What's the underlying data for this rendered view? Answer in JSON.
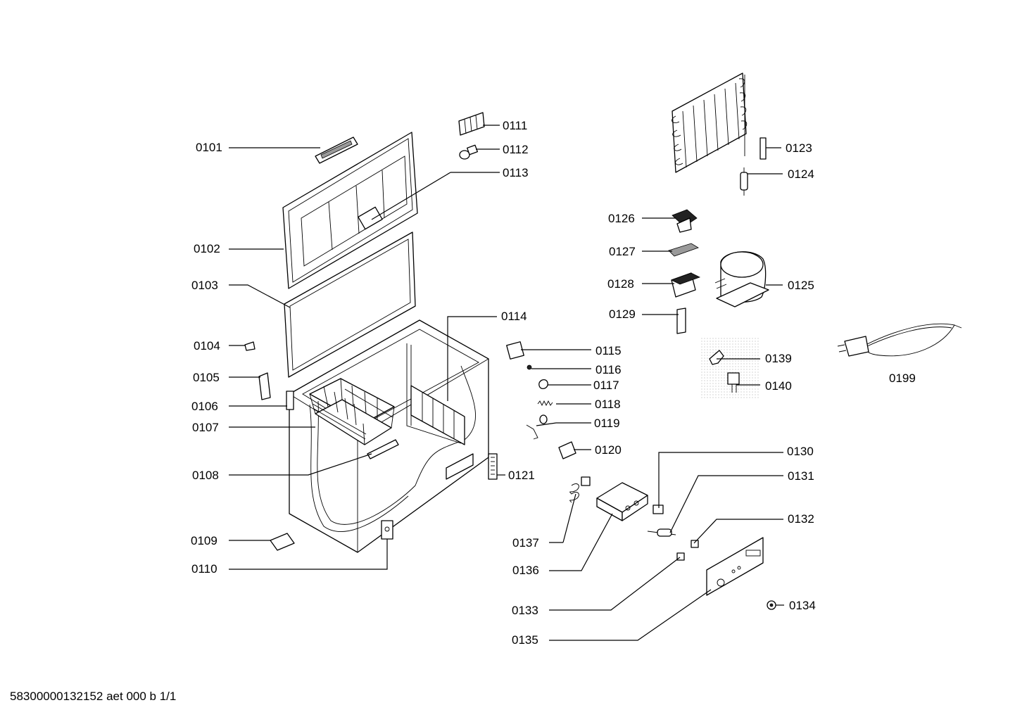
{
  "footer": {
    "document_code": "58300000132152 aet 000 b 1/1"
  },
  "labels": {
    "p0101": "0101",
    "p0102": "0102",
    "p0103": "0103",
    "p0104": "0104",
    "p0105": "0105",
    "p0106": "0106",
    "p0107": "0107",
    "p0108": "0108",
    "p0109": "0109",
    "p0110": "0110",
    "p0111": "0111",
    "p0112": "0112",
    "p0113": "0113",
    "p0114": "0114",
    "p0115": "0115",
    "p0116": "0116",
    "p0117": "0117",
    "p0118": "0118",
    "p0119": "0119",
    "p0120": "0120",
    "p0121": "0121",
    "p0123": "0123",
    "p0124": "0124",
    "p0125": "0125",
    "p0126": "0126",
    "p0127": "0127",
    "p0128": "0128",
    "p0129": "0129",
    "p0130": "0130",
    "p0131": "0131",
    "p0132": "0132",
    "p0133": "0133",
    "p0134": "0134",
    "p0135": "0135",
    "p0136": "0136",
    "p0137": "0137",
    "p0139": "0139",
    "p0140": "0140",
    "p0199": "0199"
  }
}
